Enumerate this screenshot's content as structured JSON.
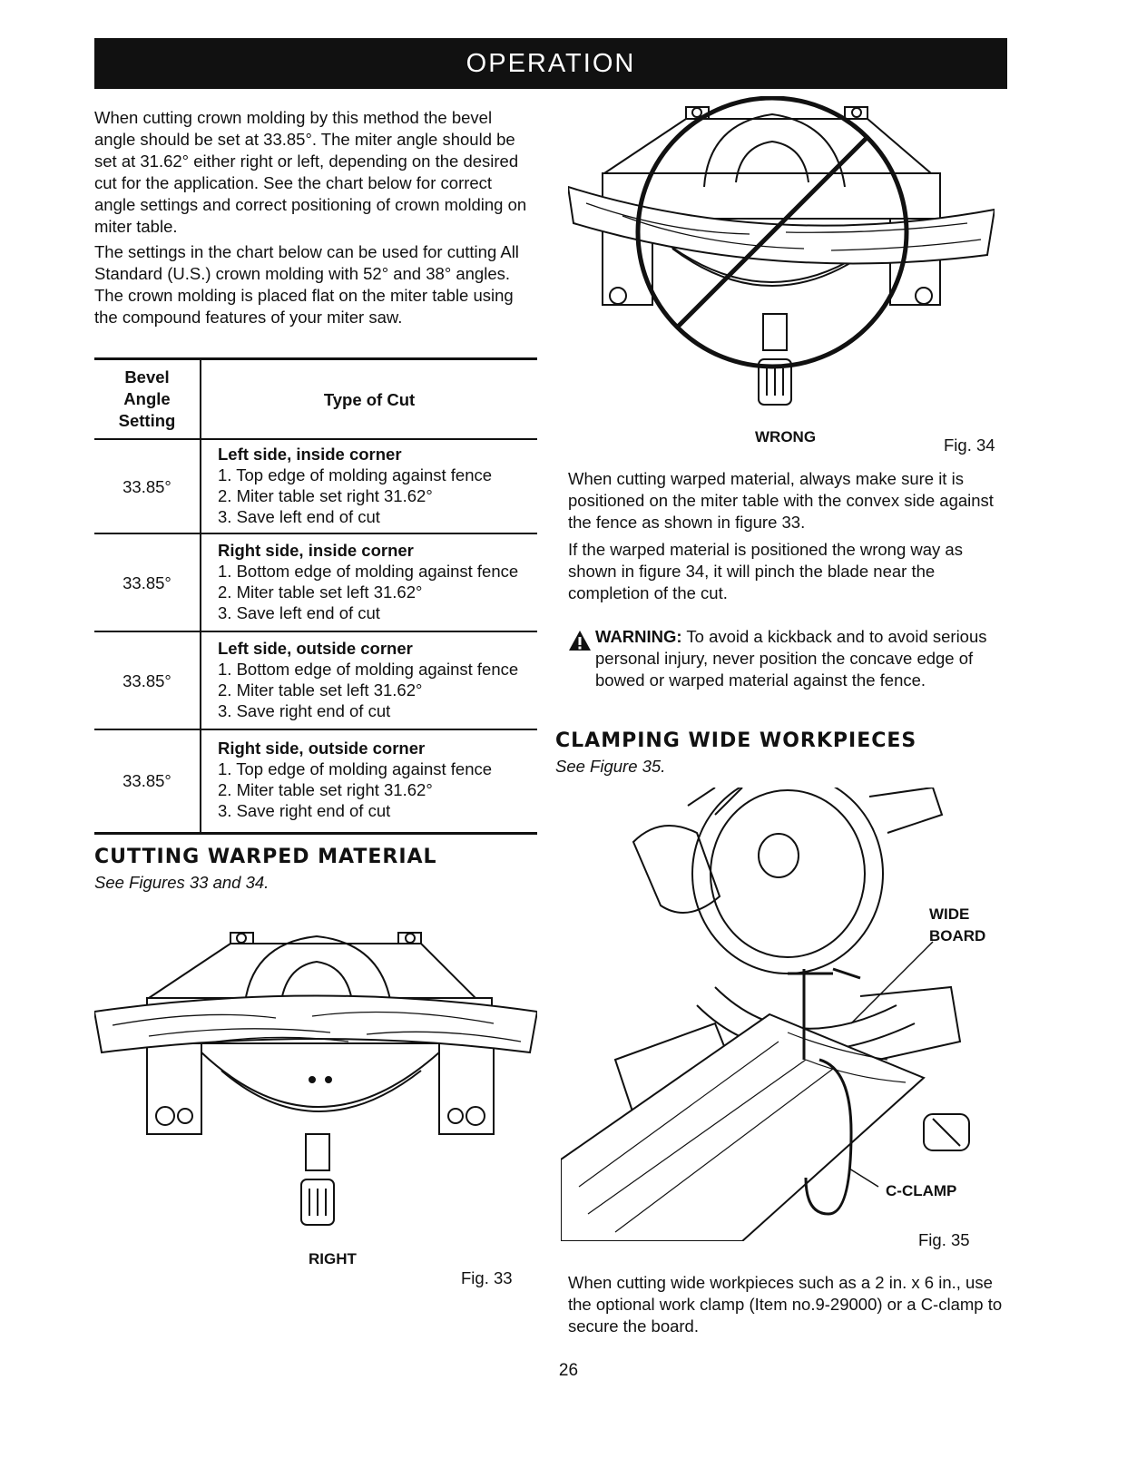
{
  "header": {
    "title": "OPERATION"
  },
  "intro": {
    "p1": "When cutting crown molding by this method the bevel angle should be set at 33.85°. The miter angle should be set at 31.62° either right or left, depending on the desired cut for the application. See the chart below for correct angle settings and correct positioning of crown molding on miter table.",
    "p2": "The settings in the chart below can be used for cutting All Standard (U.S.) crown molding with 52° and 38° angles. The crown molding is placed flat on the miter table using the compound features of your miter saw."
  },
  "table": {
    "head_bevel_1": "Bevel",
    "head_bevel_2": "Angle",
    "head_bevel_3": "Setting",
    "head_type": "Type of Cut",
    "rows": [
      {
        "bevel": "33.85°",
        "title": "Left side, inside corner",
        "steps": [
          "1. Top edge of molding against fence",
          "2. Miter table set right 31.62°",
          "3. Save left end of cut"
        ]
      },
      {
        "bevel": "33.85°",
        "title": "Right side, inside corner",
        "steps": [
          "1. Bottom edge of molding against fence",
          "2. Miter table set left 31.62°",
          "3. Save left end of cut"
        ]
      },
      {
        "bevel": "33.85°",
        "title": "Left side, outside corner",
        "steps": [
          "1. Bottom edge of molding against fence",
          "2. Miter table set left 31.62°",
          "3. Save right end of cut"
        ]
      },
      {
        "bevel": "33.85°",
        "title": "Right side, outside corner",
        "steps": [
          "1. Top edge of molding against fence",
          "2. Miter table set right 31.62°",
          "3. Save right end of cut"
        ]
      }
    ]
  },
  "warped": {
    "heading": "CUTTING WARPED MATERIAL",
    "see": "See Figures 33 and 34.",
    "fig33_caption": "RIGHT",
    "fig33_label": "Fig. 33",
    "fig34_caption": "WRONG",
    "fig34_label": "Fig. 34",
    "p1": "When cutting warped material, always make sure it is positioned on the miter table with the convex side against the fence as shown in figure 33.",
    "p2": "If the warped material is positioned the wrong way as shown in figure 34, it will pinch the blade near the completion of the cut."
  },
  "warning": {
    "icon": "warning-triangle-icon",
    "label": "WARNING:",
    "text": " To avoid a kickback and to avoid serious personal injury, never position the concave edge of bowed or warped material against the fence."
  },
  "clamping": {
    "heading": "CLAMPING WIDE WORKPIECES",
    "see": "See Figure 35.",
    "label_wide_1": "WIDE",
    "label_wide_2": "BOARD",
    "label_clamp": "C-CLAMP",
    "fig35_label": "Fig. 35",
    "p1": "When cutting wide workpieces such as a 2 in. x 6 in., use the optional work clamp (Item no.9-29000) or a C-clamp to secure the board."
  },
  "page": {
    "number": "26"
  }
}
